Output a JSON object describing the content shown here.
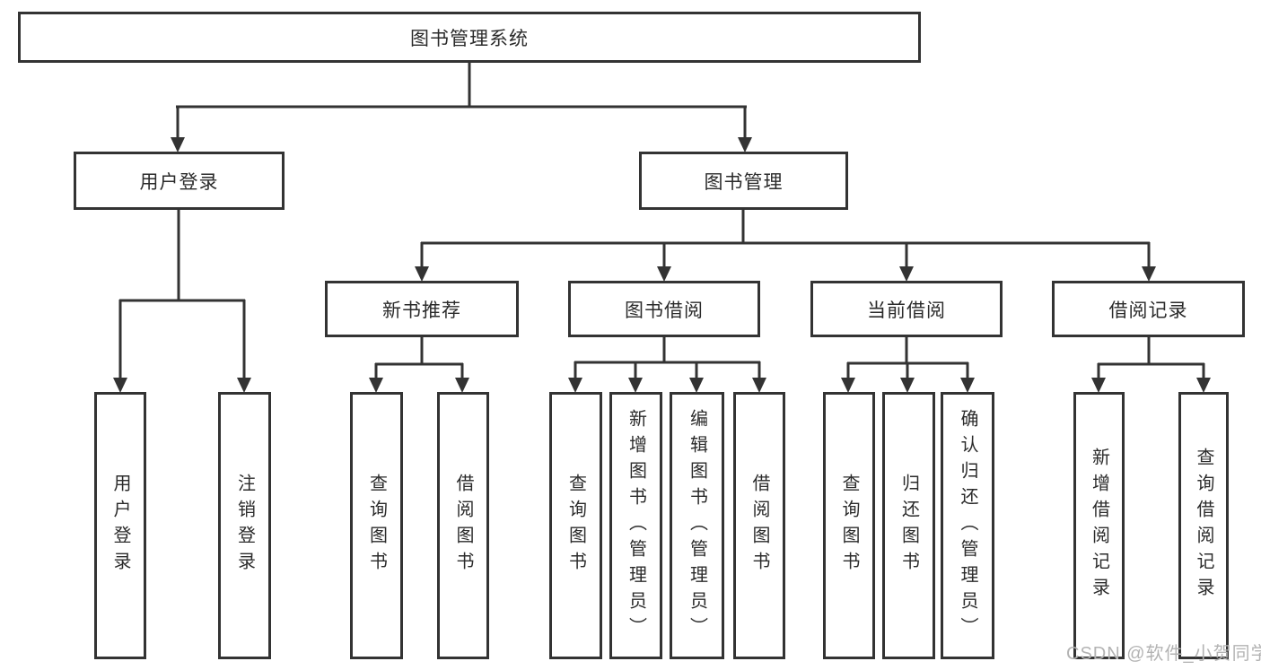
{
  "diagram": {
    "type": "hierarchy-tree",
    "tree": {
      "label": "图书管理系统",
      "children": [
        {
          "label": "用户登录",
          "children": [
            {
              "label": "用户登录"
            },
            {
              "label": "注销登录"
            }
          ]
        },
        {
          "label": "图书管理",
          "children": [
            {
              "label": "新书推荐",
              "children": [
                {
                  "label": "查询图书"
                },
                {
                  "label": "借阅图书"
                }
              ]
            },
            {
              "label": "图书借阅",
              "children": [
                {
                  "label": "查询图书"
                },
                {
                  "label": "新增图书（管理员）"
                },
                {
                  "label": "编辑图书（管理员）"
                },
                {
                  "label": "借阅图书"
                }
              ]
            },
            {
              "label": "当前借阅",
              "children": [
                {
                  "label": "查询图书"
                },
                {
                  "label": "归还图书"
                },
                {
                  "label": "确认归还（管理员）"
                }
              ]
            },
            {
              "label": "借阅记录",
              "children": [
                {
                  "label": "新增借阅记录"
                },
                {
                  "label": "查询借阅记录"
                }
              ]
            }
          ]
        }
      ]
    },
    "colors": {
      "line": "#333333",
      "box_border": "#333333",
      "text": "#2b2b2b",
      "background": "#ffffff",
      "watermark": "#b3b3b3"
    }
  },
  "watermark": "CSDN @软件_小贺同学"
}
